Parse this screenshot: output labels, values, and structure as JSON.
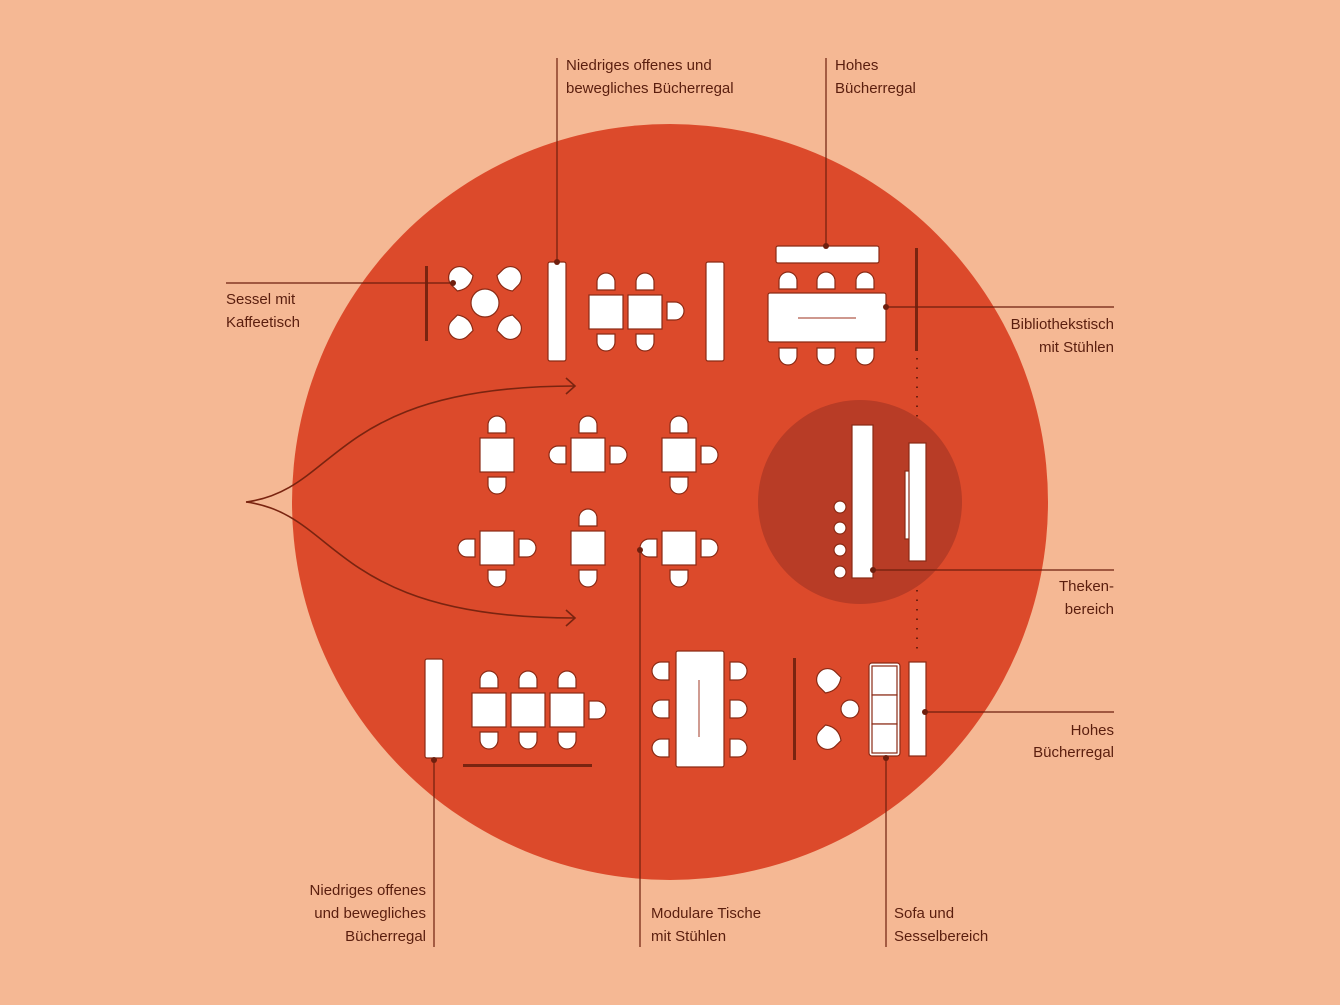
{
  "colors": {
    "background": "#F5B894",
    "circle": "#DC4A2B",
    "counter_zone": "#B83C26",
    "line": "#6e1f0e"
  },
  "labels": {
    "sessel": [
      "Sessel mit",
      "Kaffeetisch"
    ],
    "niedriges_top": [
      "Niedriges offenes und",
      "bewegliches Bücherregal"
    ],
    "hohes_top": [
      "Hohes",
      "Bücherregal"
    ],
    "bibliothekstisch": [
      "Bibliothekstisch",
      "mit Stühlen"
    ],
    "theken": [
      "Theken-",
      "bereich"
    ],
    "hohes_right": [
      "Hohes",
      "Bücherregal"
    ],
    "sofa": [
      "Sofa und",
      "Sesselbereich"
    ],
    "modulare": [
      "Modulare Tische",
      "mit Stühlen"
    ],
    "niedriges_bottom": [
      "Niedriges offenes",
      "und bewegliches",
      "Bücherregal"
    ]
  }
}
